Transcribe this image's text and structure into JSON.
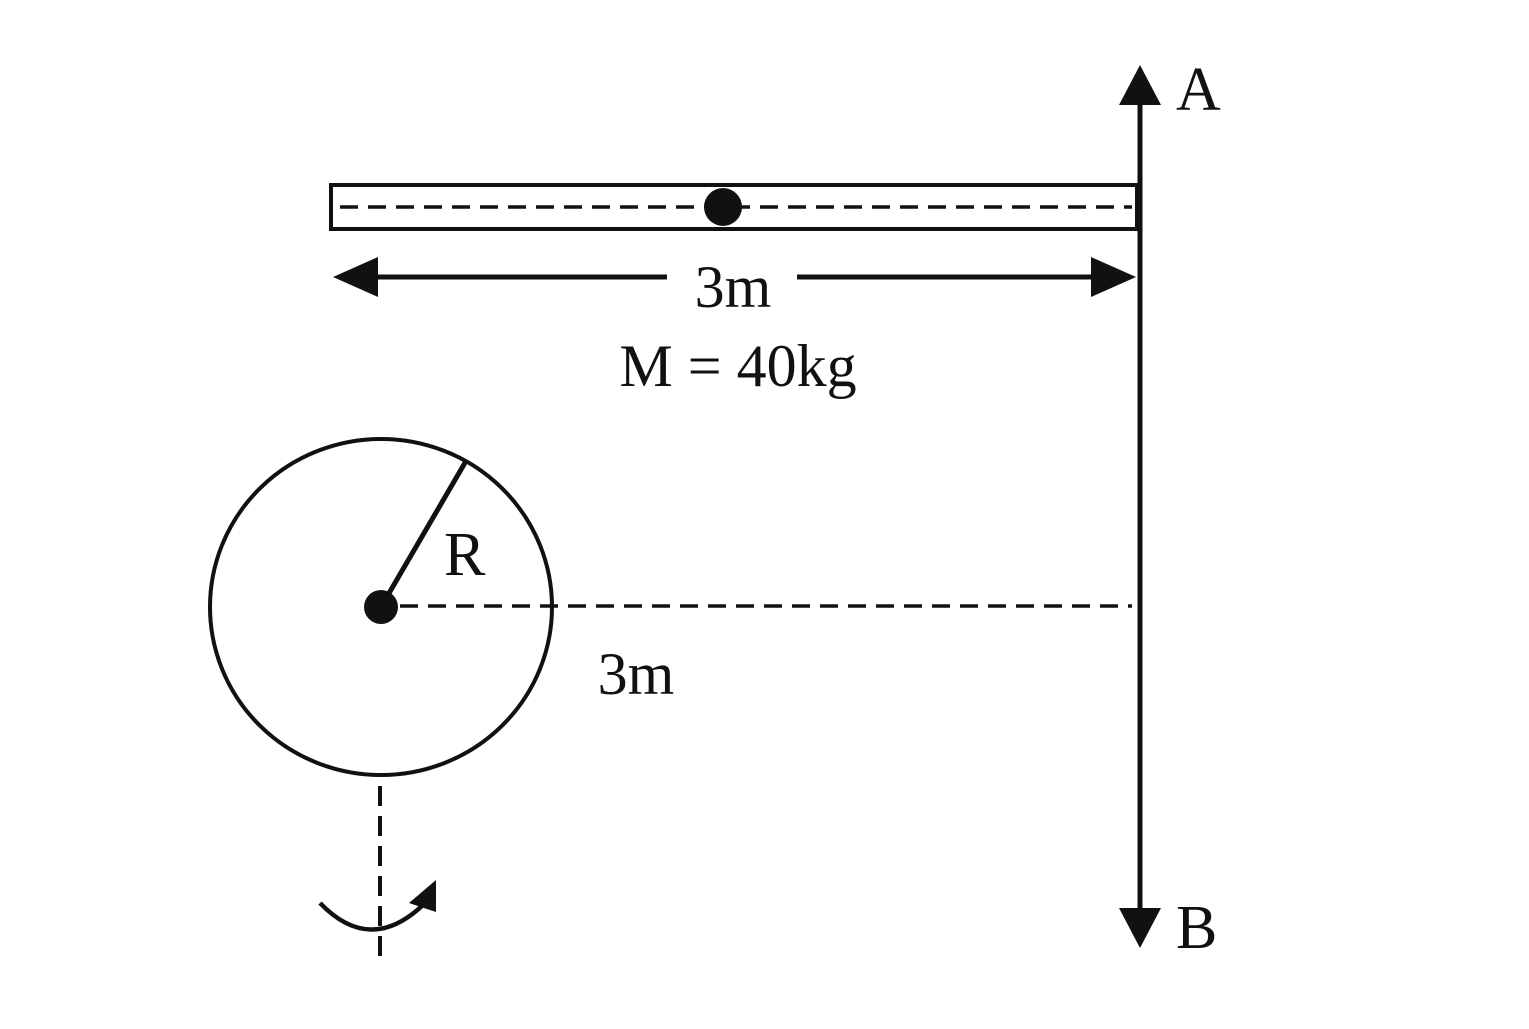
{
  "labels": {
    "axis_top": "A",
    "axis_bottom": "B",
    "rod_length": "3m",
    "rod_mass": "M = 40kg",
    "radius": "R",
    "distance": "3m"
  },
  "colors": {
    "ink": "#111111",
    "background": "#ffffff"
  }
}
